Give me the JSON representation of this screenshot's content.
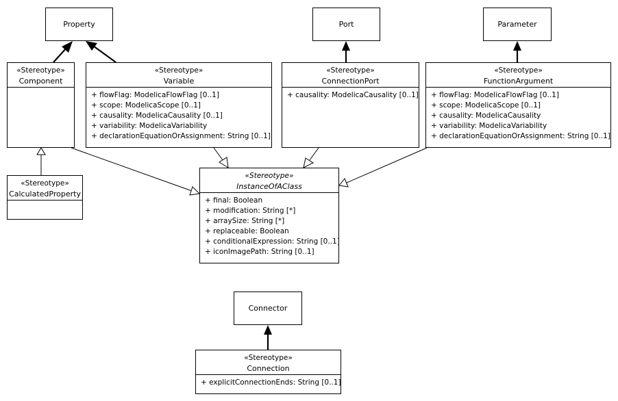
{
  "classes": {
    "property": {
      "name": "Property"
    },
    "port": {
      "name": "Port"
    },
    "parameter": {
      "name": "Parameter"
    },
    "connector": {
      "name": "Connector"
    },
    "component": {
      "stereotype": "«Stereotype»",
      "name": "Component",
      "attributes": []
    },
    "variable": {
      "stereotype": "«Stereotype»",
      "name": "Variable",
      "attributes": [
        "+ flowFlag: ModelicaFlowFlag [0..1]",
        "+ scope: ModelicaScope [0..1]",
        "+ causality: ModelicaCausality [0..1]",
        "+ variability: ModelicaVariability",
        "+ declarationEquationOrAssignment: String [0..1]"
      ]
    },
    "connectionPort": {
      "stereotype": "«Stereotype»",
      "name": "ConnectionPort",
      "attributes": [
        "+ causality: ModelicaCausality [0..1]"
      ]
    },
    "functionArgument": {
      "stereotype": "«Stereotype»",
      "name": "FunctionArgument",
      "attributes": [
        "+ flowFlag: ModelicaFlowFlag [0..1]",
        "+ scope: ModelicaScope [0..1]",
        "+ causality: ModelicaCausality",
        "+ variability: ModelicaVariability",
        "+ declarationEquationOrAssignment: String [0..1]"
      ]
    },
    "calculatedProperty": {
      "stereotype": "«Stereotype»",
      "name": "CalculatedProperty",
      "attributes": []
    },
    "instanceOfAClass": {
      "stereotype": "«Stereotype»",
      "name": "InstanceOfAClass",
      "attributes": [
        "+ final: Boolean",
        "+ modification: String [*]",
        "+ arraySize: String [*]",
        "+ replaceable: Boolean",
        "+ conditionalExpression: String [0..1]",
        "+ iconImagePath: String [0..1]"
      ]
    },
    "connection": {
      "stereotype": "«Stereotype»",
      "name": "Connection",
      "attributes": [
        "+ explicitConnectionEnds: String [0..1]"
      ]
    }
  },
  "relations": [
    {
      "type": "extension",
      "from": "component",
      "to": "property"
    },
    {
      "type": "extension",
      "from": "variable",
      "to": "property"
    },
    {
      "type": "extension",
      "from": "connectionPort",
      "to": "port"
    },
    {
      "type": "extension",
      "from": "functionArgument",
      "to": "parameter"
    },
    {
      "type": "extension",
      "from": "connection",
      "to": "connector"
    },
    {
      "type": "generalization",
      "from": "calculatedProperty",
      "to": "component"
    },
    {
      "type": "generalization",
      "from": "component",
      "to": "instanceOfAClass"
    },
    {
      "type": "generalization",
      "from": "variable",
      "to": "instanceOfAClass"
    },
    {
      "type": "generalization",
      "from": "connectionPort",
      "to": "instanceOfAClass"
    },
    {
      "type": "generalization",
      "from": "functionArgument",
      "to": "instanceOfAClass"
    }
  ]
}
